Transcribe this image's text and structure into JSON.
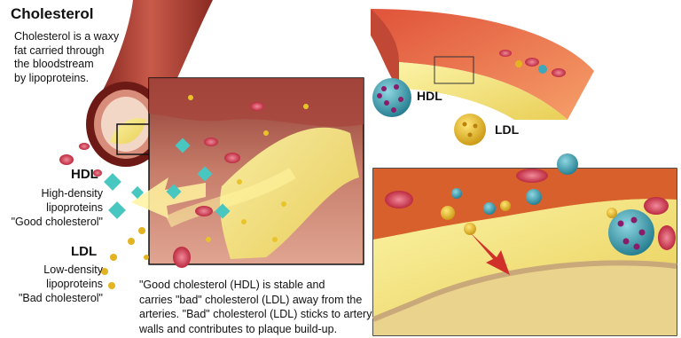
{
  "title": "Cholesterol",
  "intro_lines": [
    "Cholesterol is a waxy",
    "fat carried through",
    "the bloodstream",
    "by lipoproteins."
  ],
  "hdl_left": {
    "title": "HDL",
    "lines": [
      "High-density",
      "lipoproteins",
      "\"Good cholesterol\""
    ]
  },
  "ldl_left": {
    "title": "LDL",
    "lines": [
      "Low-density",
      "lipoproteins",
      "\"Bad cholesterol\""
    ]
  },
  "caption_lines": [
    "\"Good cholesterol (HDL) is stable and",
    "carries \"bad\" cholesterol (LDL) away from the",
    "arteries. \"Bad\" cholesterol (LDL) sticks to artery",
    "walls and contributes to plaque build-up."
  ],
  "right_labels": {
    "hdl": "HDL",
    "ldl": "LDL"
  },
  "colors": {
    "artery_red": "#b53a2e",
    "artery_pink": "#d98a78",
    "plaque_yellow": "#f2e27a",
    "hdl_teal": "#3fa7b8",
    "ldl_gold": "#e3b321",
    "cell_red": "#c8243b"
  }
}
